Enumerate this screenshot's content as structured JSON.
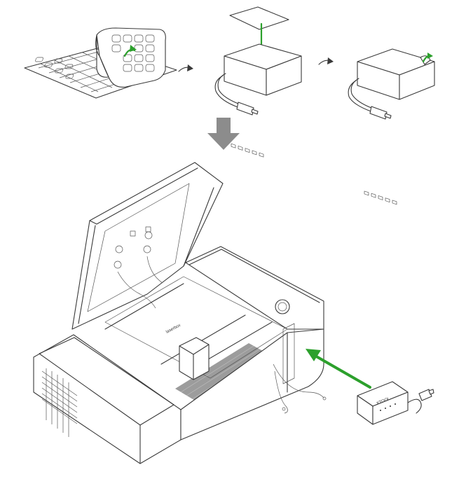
{
  "diagram": {
    "machine_brand_label": "laserbox",
    "device_brand_label": "XTOOL",
    "colors": {
      "line": "#3a3a3a",
      "accent_arrow": "#2ca02c",
      "flow_arrow": "#8c8c8c",
      "mesh": "#444444"
    },
    "steps": [
      {
        "name": "peel-protective-sheet",
        "icon": "sticker-sheet-icon"
      },
      {
        "name": "attach-adhesive-to-hub",
        "icon": "usb-hub-icon"
      },
      {
        "name": "hub-with-adhesive-ready",
        "icon": "usb-hub-icon"
      },
      {
        "name": "mount-hub-inside-machine",
        "icon": "laser-engraver-icon"
      }
    ]
  }
}
